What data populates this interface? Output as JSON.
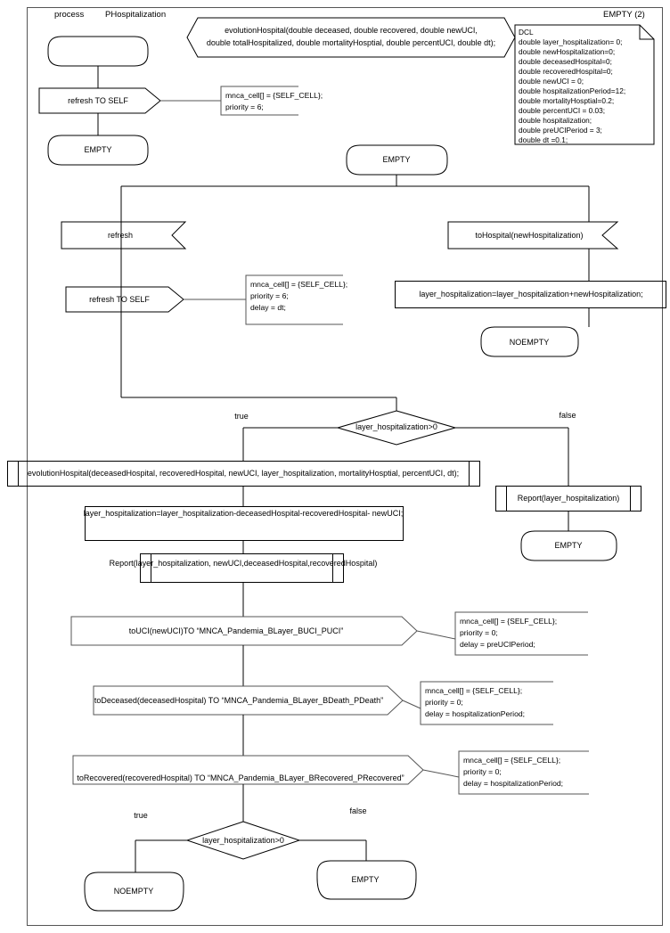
{
  "diagram": {
    "type": "SDL process diagram",
    "frame_label_left": "process",
    "frame_label_name": "PHospitalization",
    "page_label": "EMPTY (2)"
  },
  "procedure_decl": {
    "line1": "evolutionHospital(double deceased, double recovered, double newUCI,",
    "line2": "double totalHospitalized, double mortalityHosptial, double percentUCI, double dt);"
  },
  "dcl_box": {
    "title": "DCL",
    "lines": [
      "double layer_hospitalization= 0;",
      "double newHospitalization=0;",
      "double deceasedHospital=0;",
      "double recoveredHospital=0;",
      "double newUCI = 0;",
      "double hospitalizationPeriod=12;",
      "double mortalityHosptial=0.2;",
      "double percentUCI = 0.03;",
      "double hospitalization;",
      "double preUCIPeriod = 3;",
      "double dt =0.1;"
    ]
  },
  "nodes": {
    "start_state": "",
    "out_refresh_self_top": "refresh TO SELF",
    "state_empty_left": "EMPTY",
    "state_empty_mid": "EMPTY",
    "in_refresh": "refresh",
    "out_refresh_self_mid": "refresh TO SELF",
    "in_tohospital": "toHospital(newHospitalization)",
    "task_add_hosp": "layer_hospitalization=layer_hospitalization+newHospitalization;",
    "state_noempty_right": "NOEMPTY",
    "decision_1": "layer_hospitalization>0",
    "decision_1_true": "true",
    "decision_1_false": "false",
    "call_evolution": "evolutionHospital(deceasedHospital, recoveredHospital, newUCI, layer_hospitalization, mortalityHosptial, percentUCI, dt);",
    "task_subtract": "layer_hospitalization=layer_hospitalization-deceasedHospital-recoveredHospital- newUCI;",
    "call_report_main": "Report(layer_hospitalization, newUCI,deceasedHospital,recoveredHospital)",
    "call_report_false": "Report(layer_hospitalization)",
    "state_empty_false": "EMPTY",
    "out_touci": "toUCI(newUCI)TO “MNCA_Pandemia_BLayer_BUCI_PUCI”",
    "out_todeceased": "toDeceased(deceasedHospital) TO “MNCA_Pandemia_BLayer_BDeath_PDeath”",
    "out_torecovered": "toRecovered(recoveredHospital) TO “MNCA_Pandemia_BLayer_BRecovered_PRecovered”",
    "decision_2": "layer_hospitalization>0",
    "decision_2_true": "true",
    "decision_2_false": "false",
    "state_noempty_bottom": "NOEMPTY",
    "state_empty_bottom": "EMPTY"
  },
  "comments": {
    "c1": "mnca_cell[] = {SELF_CELL};\npriority = 6;",
    "c2": "mnca_cell[] = {SELF_CELL};\npriority = 6;\ndelay = dt;",
    "c3": "mnca_cell[] = {SELF_CELL};\npriority = 0;\ndelay = preUCIPeriod;",
    "c4": "mnca_cell[] = {SELF_CELL};\npriority = 0;\ndelay = hospitalizationPeriod;",
    "c5": "mnca_cell[] = {SELF_CELL};\npriority = 0;\ndelay = hospitalizationPeriod;"
  },
  "colors": {
    "line": "#000000",
    "line_gray": "#6b6b6b",
    "background": "#ffffff"
  }
}
